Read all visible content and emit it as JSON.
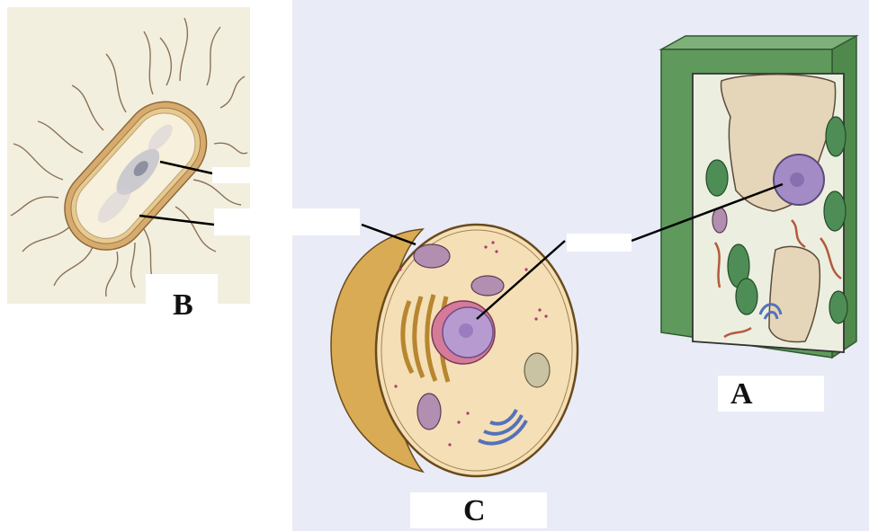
{
  "labels": {
    "a": "A",
    "b": "B",
    "c": "C"
  },
  "colors": {
    "background_panel": "#e9ebf6",
    "bacterium_panel": "#f3efdf",
    "bacterium_capsule": "#d7ab6d",
    "bacterium_cytoplasm": "#f6f0dc",
    "plant_wall": "#5f9a5c",
    "chloroplast": "#4f8d56",
    "nucleus": "#a38bc6",
    "animal_cytoplasm": "#f4dfb7",
    "animal_cut_shell": "#d9ab55",
    "golgi": "#5571b9",
    "mitochondria": "#b28fb0",
    "pointer_line": "#000000"
  },
  "icons": [
    "bacterial-cell-icon",
    "plant-cell-icon",
    "animal-cell-icon"
  ]
}
